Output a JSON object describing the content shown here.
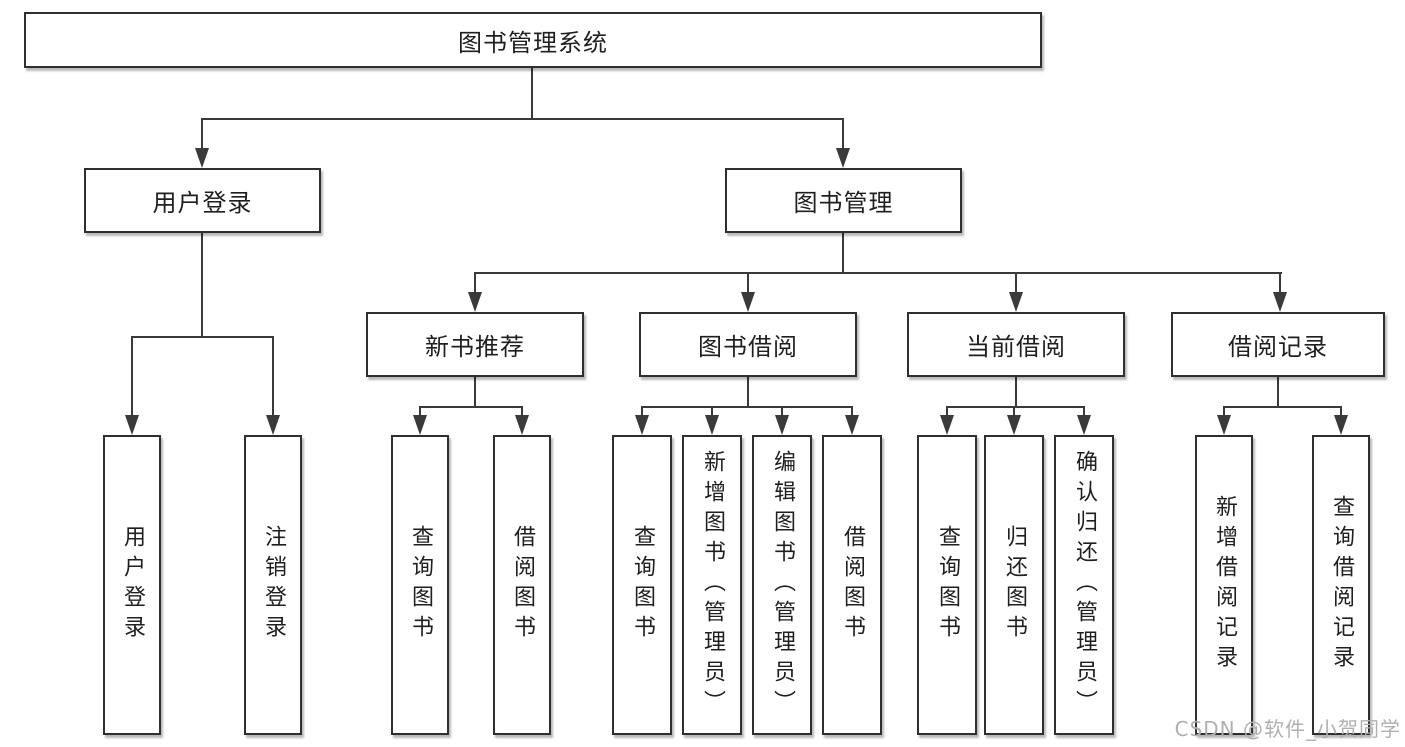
{
  "diagram": {
    "title": "图书管理系统",
    "type": "functional-structure-tree"
  },
  "colors": {
    "line": "#3a3a3a",
    "box_border": "#2f2f2f",
    "text": "#1f1f1f",
    "watermark": "#b0b0b0",
    "background": "#ffffff"
  },
  "nodes": {
    "root": {
      "label": "图书管理系统"
    },
    "user_login": {
      "label": "用户登录"
    },
    "book_management": {
      "label": "图书管理"
    },
    "leaf_user_login": {
      "label": "用户登录"
    },
    "leaf_logout": {
      "label": "注销登录"
    },
    "new_book_recommend": {
      "label": "新书推荐"
    },
    "book_borrow": {
      "label": "图书借阅"
    },
    "current_borrow": {
      "label": "当前借阅"
    },
    "borrow_record": {
      "label": "借阅记录"
    },
    "nbr_query_books": {
      "label": "查询图书"
    },
    "nbr_borrow_books": {
      "label": "借阅图书"
    },
    "bb_query_books": {
      "label": "查询图书"
    },
    "bb_add_books": {
      "label": "新增图书（管理员）"
    },
    "bb_edit_books": {
      "label": "编辑图书（管理员）"
    },
    "bb_borrow_books": {
      "label": "借阅图书"
    },
    "cb_query_books": {
      "label": "查询图书"
    },
    "cb_return_books": {
      "label": "归还图书"
    },
    "cb_confirm_return": {
      "label": "确认归还（管理员）"
    },
    "br_add_record": {
      "label": "新增借阅记录"
    },
    "br_query_record": {
      "label": "查询借阅记录"
    }
  },
  "hierarchy": {
    "图书管理系统": [
      "用户登录",
      "图书管理"
    ],
    "用户登录": [
      "用户登录",
      "注销登录"
    ],
    "图书管理": [
      "新书推荐",
      "图书借阅",
      "当前借阅",
      "借阅记录"
    ],
    "新书推荐": [
      "查询图书",
      "借阅图书"
    ],
    "图书借阅": [
      "查询图书",
      "新增图书（管理员）",
      "编辑图书（管理员）",
      "借阅图书"
    ],
    "当前借阅": [
      "查询图书",
      "归还图书",
      "确认归还（管理员）"
    ],
    "借阅记录": [
      "新增借阅记录",
      "查询借阅记录"
    ]
  },
  "watermark": {
    "text": "CSDN @软件_小贺同学"
  }
}
